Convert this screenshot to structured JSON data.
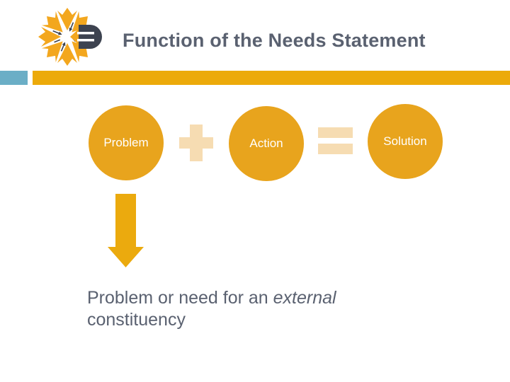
{
  "slide": {
    "title": "Function of the Needs Statement",
    "equation": {
      "items": [
        {
          "label": "Problem"
        },
        {
          "label": "Action"
        },
        {
          "label": "Solution"
        }
      ],
      "operators": [
        {
          "name": "plus-icon",
          "glyph": "+"
        },
        {
          "name": "equals-icon",
          "glyph": "="
        }
      ]
    },
    "arrow": {
      "name": "down-arrow-icon",
      "direction": "down"
    },
    "caption": {
      "prefix": "Problem or need for an ",
      "emphasis": "external",
      "suffix": " constituency"
    },
    "logo": {
      "name": "starburst-pencils-logo"
    },
    "colors": {
      "accent_gold": "#e8a41d",
      "bar_gold": "#ecaa0a",
      "bar_teal": "#6baec6",
      "operator_light": "#f6dcb2",
      "text_slate": "#5a6170",
      "circle_text": "#ffffff"
    }
  }
}
